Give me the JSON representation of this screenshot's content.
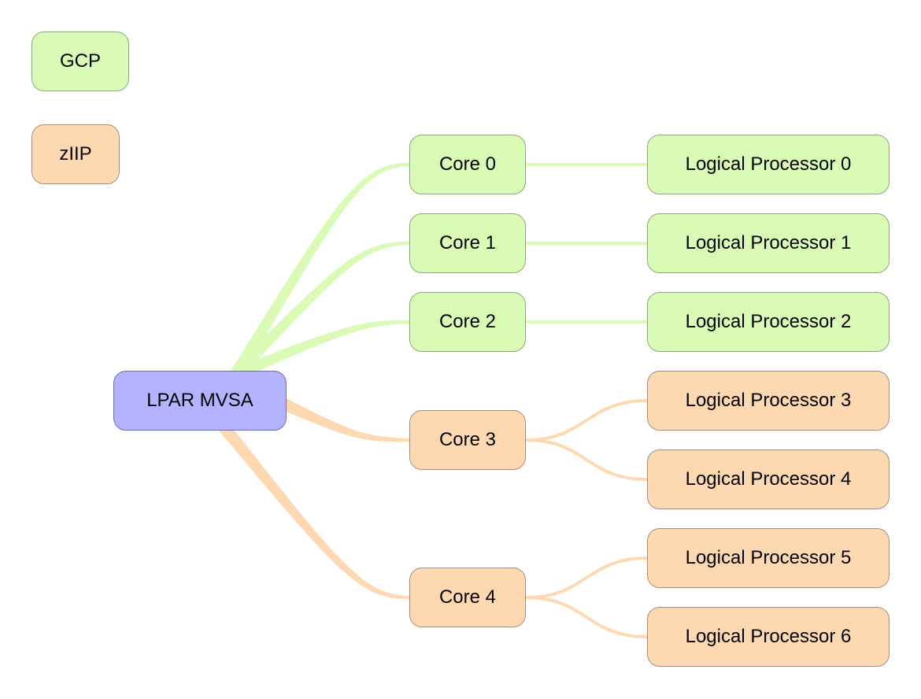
{
  "colors": {
    "gcp": "#d9fbb6",
    "ziip": "#fed8b1",
    "lpar": "#b3b3ff",
    "gcp_edge": "#d9fbb6",
    "ziip_edge": "#fed8b1"
  },
  "legend": [
    {
      "label": "GCP",
      "type": "gcp"
    },
    {
      "label": "zIIP",
      "type": "ziip"
    }
  ],
  "root": {
    "label": "LPAR MVSA"
  },
  "cores": [
    {
      "label": "Core 0",
      "type": "gcp",
      "logical_processors": [
        {
          "label": "Logical Processor 0"
        }
      ]
    },
    {
      "label": "Core 1",
      "type": "gcp",
      "logical_processors": [
        {
          "label": "Logical Processor 1"
        }
      ]
    },
    {
      "label": "Core 2",
      "type": "gcp",
      "logical_processors": [
        {
          "label": "Logical Processor 2"
        }
      ]
    },
    {
      "label": "Core 3",
      "type": "ziip",
      "logical_processors": [
        {
          "label": "Logical Processor 3"
        },
        {
          "label": "Logical Processor 4"
        }
      ]
    },
    {
      "label": "Core 4",
      "type": "ziip",
      "logical_processors": [
        {
          "label": "Logical Processor 5"
        },
        {
          "label": "Logical Processor 6"
        }
      ]
    }
  ]
}
